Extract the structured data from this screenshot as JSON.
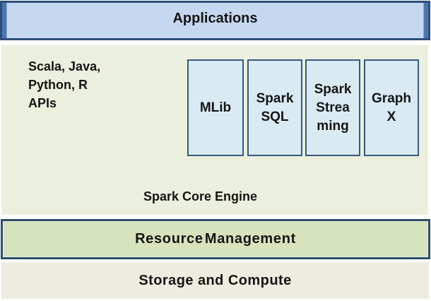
{
  "diagram": {
    "applications": {
      "label": "Applications"
    },
    "api_languages": {
      "lines": [
        "Scala, Java,",
        "Python, R",
        "APIs"
      ]
    },
    "components": [
      {
        "id": "mlib",
        "lines": [
          "MLib"
        ]
      },
      {
        "id": "spark-sql",
        "lines": [
          "Spark",
          "SQL"
        ]
      },
      {
        "id": "spark-streaming",
        "lines": [
          "Spark",
          "Strea",
          "ming"
        ]
      },
      {
        "id": "graph-x",
        "lines": [
          "Graph",
          "X"
        ]
      }
    ],
    "core_engine": {
      "label": "Spark Core Engine"
    },
    "resource_management": {
      "label": "Resource Management"
    },
    "storage_compute": {
      "label": "Storage and Compute"
    },
    "colors": {
      "applications_fill": "#c6d8f0",
      "applications_accent": "#4a77ae",
      "applications_border": "#2f4f79",
      "main_panel_fill": "#ebf0de",
      "component_fill": "#daeaf3",
      "component_border": "#375a7d",
      "resource_fill": "#d6e3bc",
      "resource_border": "#2e4f6e",
      "storage_fill": "#eeece1",
      "text": "#151515"
    }
  }
}
